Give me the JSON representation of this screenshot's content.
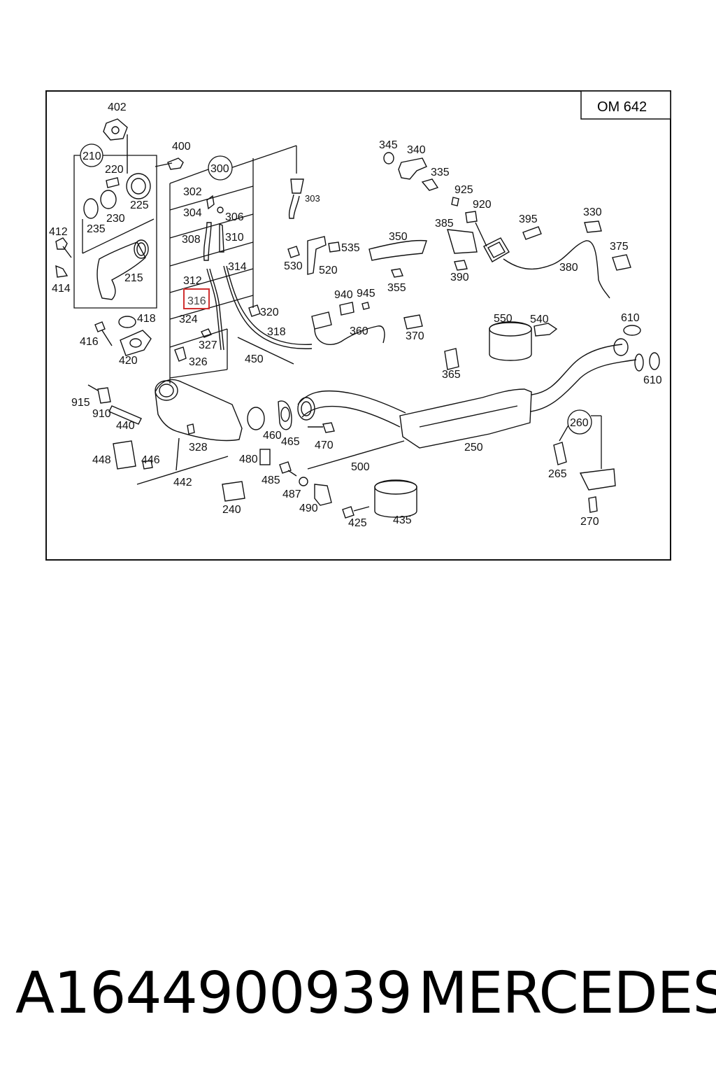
{
  "diagram": {
    "engine_code": "OM 642",
    "highlighted_label": "316",
    "labels": {
      "l402": "402",
      "l210": "210",
      "l220": "220",
      "l225": "225",
      "l230": "230",
      "l235": "235",
      "l400": "400",
      "l300": "300",
      "l302": "302",
      "l304": "304",
      "l306": "306",
      "l303": "303",
      "l308": "308",
      "l310": "310",
      "l312": "312",
      "l314": "314",
      "l320": "320",
      "l318": "318",
      "l324": "324",
      "l327": "327",
      "l326": "326",
      "l450": "450",
      "l412": "412",
      "l414": "414",
      "l215": "215",
      "l418": "418",
      "l416": "416",
      "l420": "420",
      "l345": "345",
      "l340": "340",
      "l335": "335",
      "l925": "925",
      "l920": "920",
      "l385": "385",
      "l350": "350",
      "l535": "535",
      "l530": "530",
      "l520": "520",
      "l355": "355",
      "l390": "390",
      "l395": "395",
      "l330": "330",
      "l375": "375",
      "l380": "380",
      "l940": "940",
      "l945": "945",
      "l360": "360",
      "l370": "370",
      "l550": "550",
      "l540": "540",
      "l610a": "610",
      "l610b": "610",
      "l365": "365",
      "l915": "915",
      "l910": "910",
      "l440": "440",
      "l328": "328",
      "l460": "460",
      "l465": "465",
      "l470": "470",
      "l250": "250",
      "l260": "260",
      "l265": "265",
      "l270": "270",
      "l448": "448",
      "l446": "446",
      "l442": "442",
      "l480": "480",
      "l500": "500",
      "l485": "485",
      "l487": "487",
      "l490": "490",
      "l240": "240",
      "l425": "425",
      "l435": "435"
    }
  },
  "footer": {
    "part_number": "A1644900939",
    "brand": "MERCEDES"
  }
}
